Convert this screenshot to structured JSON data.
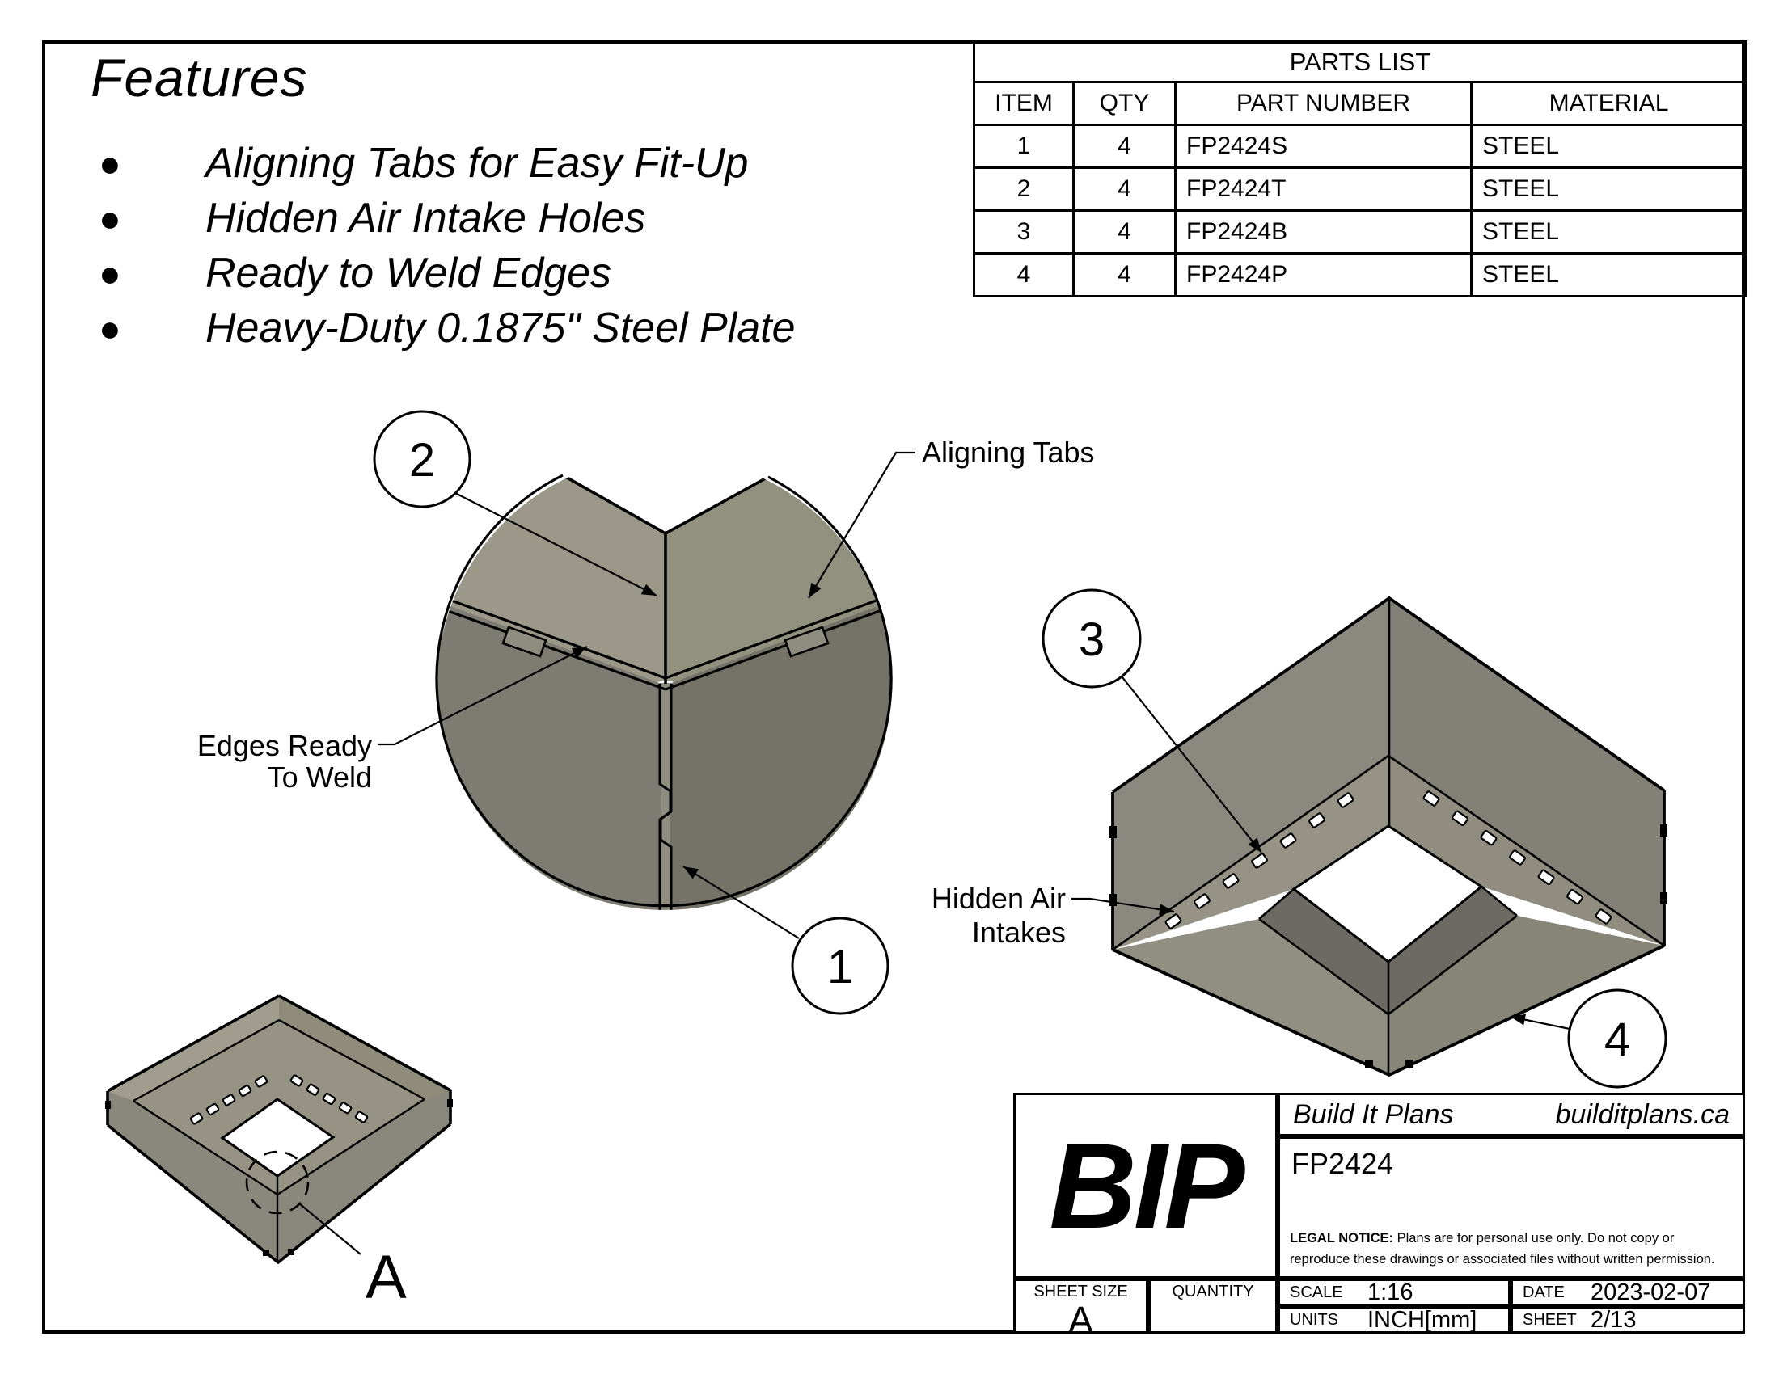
{
  "features": {
    "title": "Features",
    "bullet_glyph": "●",
    "items": [
      "Aligning Tabs for Easy Fit-Up",
      "Hidden Air Intake Holes",
      "Ready to Weld Edges",
      "Heavy-Duty 0.1875\" Steel Plate"
    ]
  },
  "parts_list": {
    "title": "PARTS LIST",
    "columns": [
      "ITEM",
      "QTY",
      "PART NUMBER",
      "MATERIAL"
    ],
    "rows": [
      {
        "item": "1",
        "qty": "4",
        "part_number": "FP2424S",
        "material": "STEEL"
      },
      {
        "item": "2",
        "qty": "4",
        "part_number": "FP2424T",
        "material": "STEEL"
      },
      {
        "item": "3",
        "qty": "4",
        "part_number": "FP2424B",
        "material": "STEEL"
      },
      {
        "item": "4",
        "qty": "4",
        "part_number": "FP2424P",
        "material": "STEEL"
      }
    ]
  },
  "annotations": {
    "aligning_tabs": "Aligning Tabs",
    "edges_ready_line1": "Edges Ready",
    "edges_ready_line2": "To Weld",
    "hidden_air_line1": "Hidden Air",
    "hidden_air_line2": "Intakes"
  },
  "callouts": {
    "c1": "1",
    "c2": "2",
    "c3": "3",
    "c4": "4",
    "detail": "A"
  },
  "drawing": {
    "line_color": "#000000",
    "steel_top_light": "#9b9889",
    "steel_top_dark": "#92907f",
    "steel_wall_light": "#7e7b72",
    "steel_wall_dark": "#757368",
    "steel_flange": "#969386",
    "steel_dark_ring": "#6c6a62",
    "air_holes_per_side_large_view": 7,
    "air_holes_per_side_small_view": 5
  },
  "title_block": {
    "logo": "BIP",
    "company": "Build It Plans",
    "website": "builditplans.ca",
    "part_number": "FP2424",
    "legal_label": "LEGAL NOTICE:",
    "legal_line1": " Plans are for personal use only. Do not copy or",
    "legal_line2": "reproduce these drawings or associated files without written permission.",
    "sheet_size_label": "SHEET SIZE",
    "sheet_size_value": "A",
    "quantity_label": "QUANTITY",
    "scale_label": "SCALE",
    "scale_value": "1:16",
    "units_label": "UNITS",
    "units_value": "INCH[mm]",
    "date_label": "DATE",
    "date_value": "2023-02-07",
    "sheet_label": "SHEET",
    "sheet_value": "2/13"
  }
}
